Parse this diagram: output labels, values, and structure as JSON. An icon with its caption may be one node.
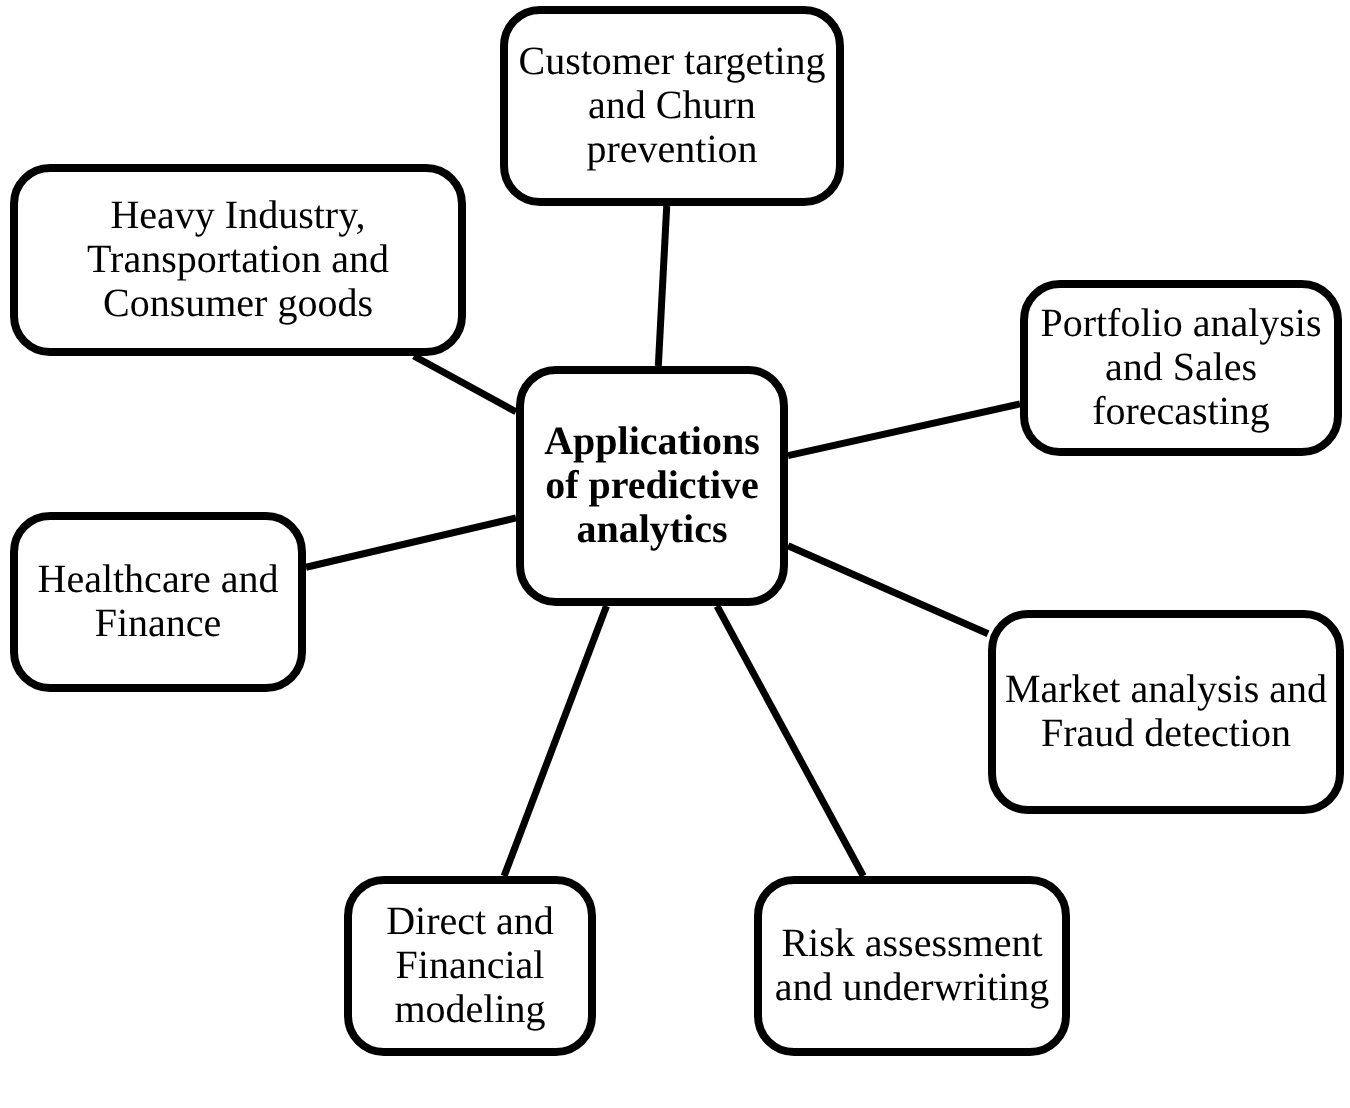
{
  "diagram": {
    "nodes": [
      {
        "text": [
          "Applications of predictive analytics"
        ]
      },
      {
        "text": [
          "Customer targeting and Churn prevention"
        ]
      },
      {
        "text": [
          "Heavy Industry, Transportation and Consumer goods"
        ]
      },
      {
        "text": [
          "Portfolio analysis and Sales forecasting"
        ]
      },
      {
        "text": [
          "Healthcare and Finance"
        ]
      },
      {
        "text": [
          "Market analysis and Fraud detection"
        ]
      },
      {
        "text": [
          "Direct and Financial modeling"
        ]
      },
      {
        "text": [
          "Risk assessment and underwriting"
        ]
      }
    ],
    "edges": [
      {
        "from": 0,
        "to": 1,
        "arrow": "none"
      },
      {
        "from": 0,
        "to": 2,
        "arrow": "none"
      },
      {
        "from": 0,
        "to": 3,
        "arrow": "none"
      },
      {
        "from": 0,
        "to": 4,
        "arrow": "none"
      },
      {
        "from": 0,
        "to": 5,
        "arrow": "none"
      },
      {
        "from": 0,
        "to": 6,
        "arrow": "none"
      },
      {
        "from": 0,
        "to": 7,
        "arrow": "none"
      }
    ]
  }
}
